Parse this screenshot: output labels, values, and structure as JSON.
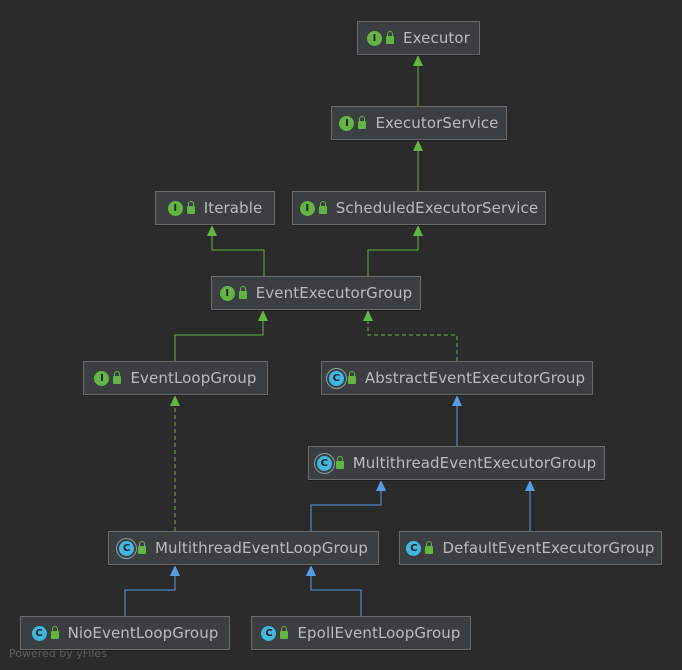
{
  "colors": {
    "background": "#2b2b2b",
    "node_fill": "#3c3f41",
    "node_border": "#6a6a6a",
    "text": "#bbbbbb",
    "extends_interface_edge": "#62b543",
    "extends_class_edge": "#5a9be6"
  },
  "nodes": [
    {
      "id": "executor",
      "kind": "interface",
      "badge_letter": "I",
      "label": "Executor"
    },
    {
      "id": "executor-service",
      "kind": "interface",
      "badge_letter": "I",
      "label": "ExecutorService"
    },
    {
      "id": "iterable",
      "kind": "interface",
      "badge_letter": "I",
      "label": "Iterable"
    },
    {
      "id": "scheduled-executor-service",
      "kind": "interface",
      "badge_letter": "I",
      "label": "ScheduledExecutorService"
    },
    {
      "id": "event-executor-group",
      "kind": "interface",
      "badge_letter": "I",
      "label": "EventExecutorGroup"
    },
    {
      "id": "event-loop-group",
      "kind": "interface",
      "badge_letter": "I",
      "label": "EventLoopGroup"
    },
    {
      "id": "abstract-event-executor-group",
      "kind": "abstract",
      "badge_letter": "C",
      "label": "AbstractEventExecutorGroup"
    },
    {
      "id": "multithread-event-executor-group",
      "kind": "abstract",
      "badge_letter": "C",
      "label": "MultithreadEventExecutorGroup"
    },
    {
      "id": "multithread-event-loop-group",
      "kind": "abstract",
      "badge_letter": "C",
      "label": "MultithreadEventLoopGroup"
    },
    {
      "id": "default-event-executor-group",
      "kind": "class",
      "badge_letter": "C",
      "label": "DefaultEventExecutorGroup"
    },
    {
      "id": "nio-event-loop-group",
      "kind": "class",
      "badge_letter": "C",
      "label": "NioEventLoopGroup"
    },
    {
      "id": "epoll-event-loop-group",
      "kind": "class",
      "badge_letter": "C",
      "label": "EpollEventLoopGroup"
    }
  ],
  "edges": [
    {
      "from": "executor-service",
      "to": "executor",
      "style": "interface-extends"
    },
    {
      "from": "scheduled-executor-service",
      "to": "executor-service",
      "style": "interface-extends"
    },
    {
      "from": "event-executor-group",
      "to": "iterable",
      "style": "interface-extends"
    },
    {
      "from": "event-executor-group",
      "to": "scheduled-executor-service",
      "style": "interface-extends"
    },
    {
      "from": "event-loop-group",
      "to": "event-executor-group",
      "style": "interface-extends"
    },
    {
      "from": "abstract-event-executor-group",
      "to": "event-executor-group",
      "style": "implements"
    },
    {
      "from": "multithread-event-executor-group",
      "to": "abstract-event-executor-group",
      "style": "class-extends"
    },
    {
      "from": "multithread-event-loop-group",
      "to": "multithread-event-executor-group",
      "style": "class-extends"
    },
    {
      "from": "multithread-event-loop-group",
      "to": "event-loop-group",
      "style": "implements"
    },
    {
      "from": "default-event-executor-group",
      "to": "multithread-event-executor-group",
      "style": "class-extends"
    },
    {
      "from": "nio-event-loop-group",
      "to": "multithread-event-loop-group",
      "style": "class-extends"
    },
    {
      "from": "epoll-event-loop-group",
      "to": "multithread-event-loop-group",
      "style": "class-extends"
    }
  ],
  "footer": {
    "text": "Powered by yFiles"
  }
}
